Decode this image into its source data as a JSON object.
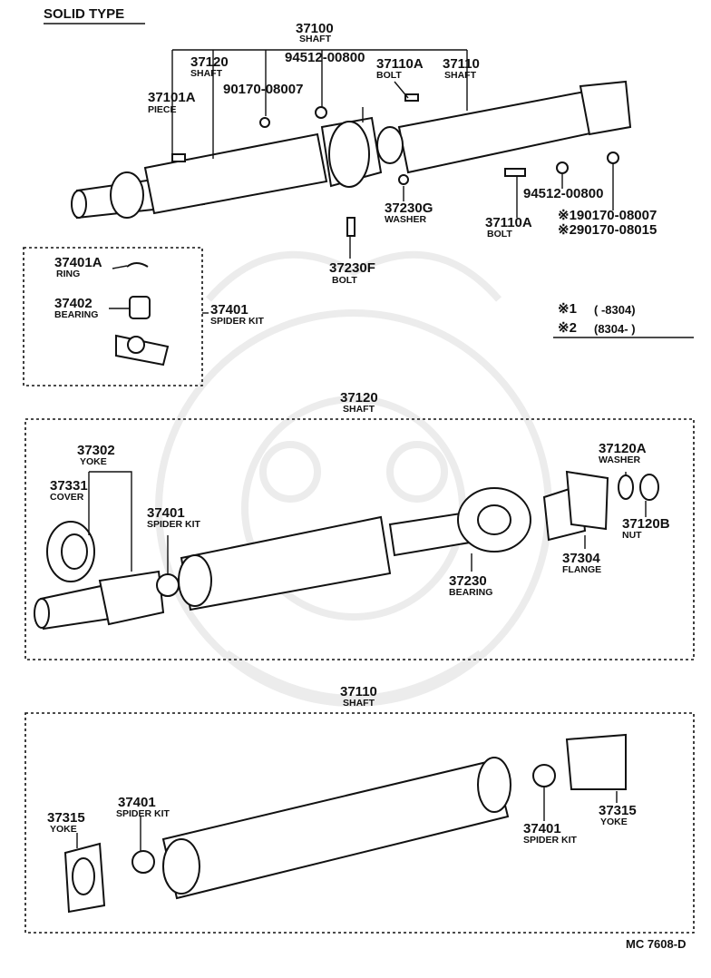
{
  "header": {
    "title": "SOLID TYPE"
  },
  "footer": {
    "code": "MC 7608-D"
  },
  "notes": [
    {
      "mark": "※1",
      "range": "(      -8304)"
    },
    {
      "mark": "※2",
      "range": "(8304-       )"
    }
  ],
  "top_assembly": {
    "labels": [
      {
        "number": "37100",
        "name": "SHAFT"
      },
      {
        "number": "94512-00800",
        "name": ""
      },
      {
        "number": "37110A",
        "name": "BOLT"
      },
      {
        "number": "37110",
        "name": "SHAFT"
      },
      {
        "number": "37120",
        "name": "SHAFT"
      },
      {
        "number": "90170-08007",
        "name": ""
      },
      {
        "number": "37101A",
        "name": "PIECE"
      },
      {
        "number": "37230G",
        "name": "WASHER"
      },
      {
        "number": "37230F",
        "name": "BOLT"
      },
      {
        "number": "37110A",
        "name": "BOLT"
      },
      {
        "number": "94512-00800",
        "name": ""
      },
      {
        "number": "※190170-08007",
        "name": ""
      },
      {
        "number": "※290170-08015",
        "name": ""
      }
    ]
  },
  "spider_kit_box": {
    "labels": [
      {
        "number": "37401A",
        "name": "RING"
      },
      {
        "number": "37402",
        "name": "BEARING"
      },
      {
        "number": "37401",
        "name": "SPIDER KIT"
      }
    ]
  },
  "middle_assembly": {
    "header_number": "37120",
    "header_name": "SHAFT",
    "labels": [
      {
        "number": "37302",
        "name": "YOKE"
      },
      {
        "number": "37331",
        "name": "COVER"
      },
      {
        "number": "37401",
        "name": "SPIDER KIT"
      },
      {
        "number": "37230",
        "name": "BEARING"
      },
      {
        "number": "37120A",
        "name": "WASHER"
      },
      {
        "number": "37120B",
        "name": "NUT"
      },
      {
        "number": "37304",
        "name": "FLANGE"
      }
    ]
  },
  "bottom_assembly": {
    "header_number": "37110",
    "header_name": "SHAFT",
    "labels": [
      {
        "number": "37401",
        "name": "SPIDER KIT"
      },
      {
        "number": "37315",
        "name": "YOKE"
      },
      {
        "number": "37401",
        "name": "SPIDER KIT"
      },
      {
        "number": "37315",
        "name": "YOKE"
      }
    ]
  }
}
